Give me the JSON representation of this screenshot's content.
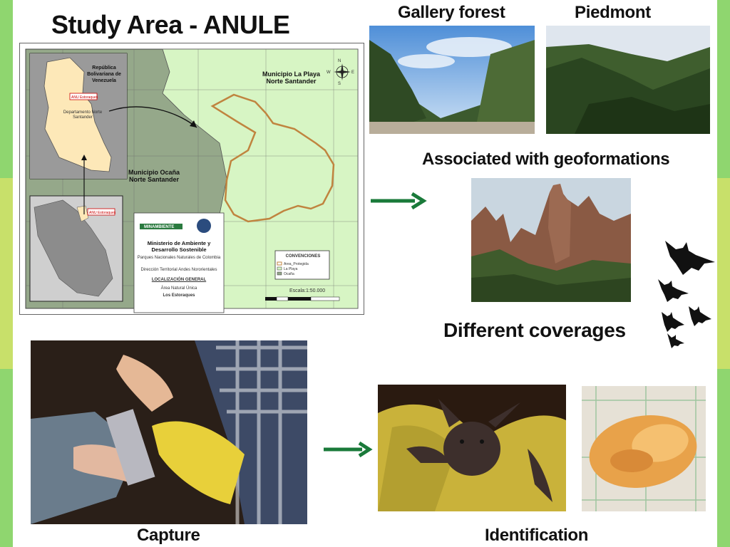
{
  "title": "Study Area - ANULE",
  "captions": {
    "gallery_forest": "Gallery forest",
    "piedmont": "Piedmont",
    "geoformations": "Associated with geoformations",
    "coverages": "Different coverages",
    "capture": "Capture",
    "identification": "Identification"
  },
  "map": {
    "municipio_la_playa": "Municipio La Playa",
    "norte_santander_1": "Norte Santander",
    "municipio_ocana": "Municipio Ocaña",
    "norte_santander_2": "Norte Santander",
    "venezuela": "República Bolivariana de Venezuela",
    "anu_label": "ANU Estoraques",
    "departamento": "Departamento Norte Santander",
    "anu_label2": "ANU Estoraques",
    "minambiente": "MINAMBIENTE",
    "ministerio": "Ministerio de Ambiente y Desarrollo Sostenible",
    "parques": "Parques Nacionales Naturales de Colombia",
    "direccion": "Dirección Territorial Andes Nororientales",
    "localizacion": "LOCALIZACIÓN GENERAL",
    "area_natural": "Área Natural Única",
    "los_estoraques": "Los Estoraques",
    "convenciones": "CONVENCIONES",
    "legend": [
      "Area_Protegida",
      "La Playa",
      "Ocaña"
    ],
    "escala": "Escala:1:50.000",
    "compass": {
      "n": "N",
      "s": "S",
      "e": "E",
      "w": "W"
    }
  },
  "colors": {
    "side_green": "#8fd66f",
    "side_yellow": "#c8e06a",
    "arrow": "#1a7a3a",
    "map_light": "#d7f5c4",
    "map_dark": "#95a88a",
    "boundary": "#c0843f",
    "venezuela": "#fde8b8"
  }
}
